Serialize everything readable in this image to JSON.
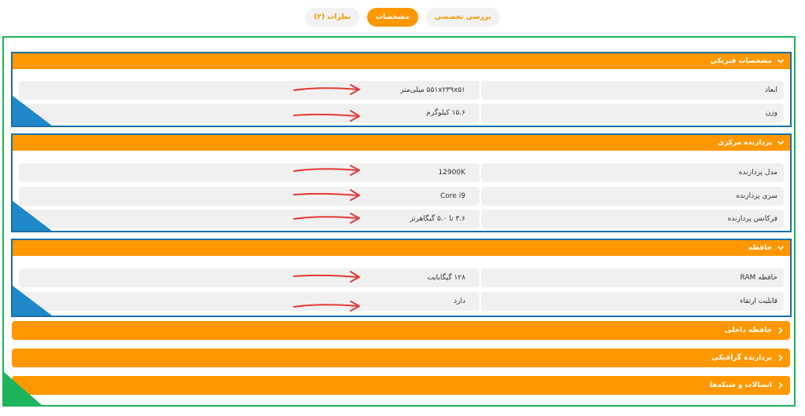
{
  "tabs": [
    {
      "label": "بررسی تخصصی",
      "active": false
    },
    {
      "label": "مشخصات",
      "active": true
    },
    {
      "label": "نظرات (۲)",
      "active": false
    }
  ],
  "sections": [
    {
      "title": "مشخصات فیزیکی",
      "rows": [
        {
          "label": "ابعاد",
          "value": "۵۵۱x۲۳۹x۵۱ میلی‌متر"
        },
        {
          "label": "وزن",
          "value": "۱۵.۶ کیلوگرم"
        }
      ]
    },
    {
      "title": "پردازنده مرکزی",
      "rows": [
        {
          "label": "مدل پردازنده",
          "value": "12900K"
        },
        {
          "label": "سری پردازنده",
          "value": "Core i9"
        },
        {
          "label": "فرکانس پردازنده",
          "value": "۳.۶ تا ۵.۰ گیگاهرتز"
        }
      ]
    },
    {
      "title": "حافظه",
      "rows": [
        {
          "label": "حافظه RAM",
          "value": "۱۲۸ گیگابایت"
        },
        {
          "label": "قابلیت ارتقاء",
          "value": "دارد"
        }
      ]
    }
  ],
  "collapsed_sections": [
    {
      "title": "حافظه داخلی"
    },
    {
      "title": "پردازنده گرافیکی"
    },
    {
      "title": "اتصالات و شبکه‌ها"
    }
  ],
  "icons": {
    "expanded": "chevron-down-icon",
    "collapsed": "chevron-right-icon",
    "annotation": "red-arrow-icon"
  },
  "colors": {
    "accent": "#ff9800",
    "frame_outer": "#1db45b",
    "frame_section": "#1a6fa5",
    "corner_blue": "#1e88c8",
    "arrow": "#e53935"
  }
}
